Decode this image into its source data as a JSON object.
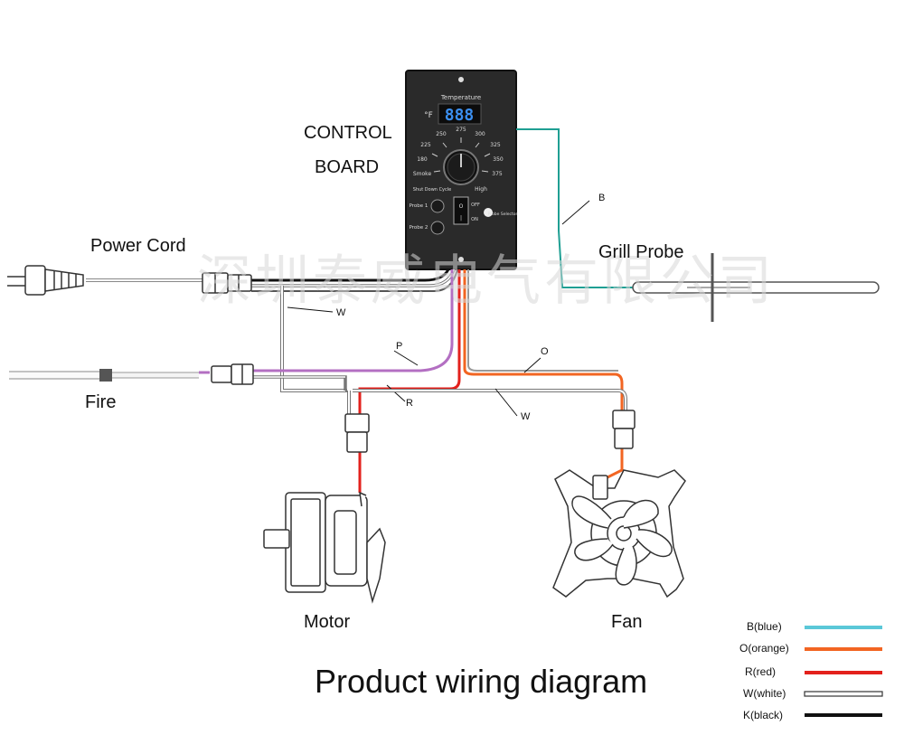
{
  "title": "Product wiring diagram",
  "watermark": "深圳泰威电气有限公司",
  "components": {
    "control_board": [
      "CONTROL",
      "BOARD"
    ],
    "power_cord": "Power  Cord",
    "grill_probe": "Grill Probe",
    "fire": "Fire",
    "motor": "Motor",
    "fan": "Fan"
  },
  "wire_tags": {
    "B": "B",
    "W_top": "W",
    "P": "P",
    "O": "O",
    "R": "R",
    "W_mid": "W"
  },
  "panel": {
    "temperature": "Temperature",
    "unit": "°F",
    "display": "888",
    "dial_labels": [
      "250",
      "275",
      "300",
      "225",
      "325",
      "180",
      "350",
      "Smoke",
      "375",
      "Shut Down Cycle",
      "High"
    ],
    "probe1": "Probe 1",
    "probe2": "Probe 2",
    "off": "OFF",
    "on": "ON",
    "probe_selector": "Probe Selector"
  },
  "legend": [
    {
      "label": "B(blue)",
      "color": "#5bc8d8"
    },
    {
      "label": "O(orange)",
      "color": "#f26522"
    },
    {
      "label": "R(red)",
      "color": "#e3211c"
    },
    {
      "label": "W(white)",
      "color": "#ffffff"
    },
    {
      "label": "K(black)",
      "color": "#111111"
    }
  ],
  "colors": {
    "teal_wire": "#1f9f93",
    "purple_wire": "#b36fc2",
    "panel": "#2a2a2a"
  }
}
